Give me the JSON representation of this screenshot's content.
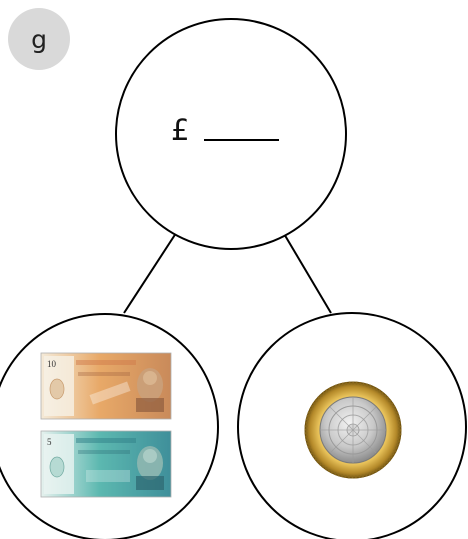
{
  "question": {
    "label": "g"
  },
  "top_circle": {
    "currency_symbol": "£",
    "answer_blank": ""
  },
  "left_part": {
    "notes": [
      {
        "denomination": "10",
        "color": "#e8a968"
      },
      {
        "denomination": "5",
        "color": "#5cb8b0"
      }
    ]
  },
  "right_part": {
    "coin": "two-pound-coin"
  },
  "colors": {
    "badge": "#d9d9d9",
    "stroke": "#000000"
  }
}
